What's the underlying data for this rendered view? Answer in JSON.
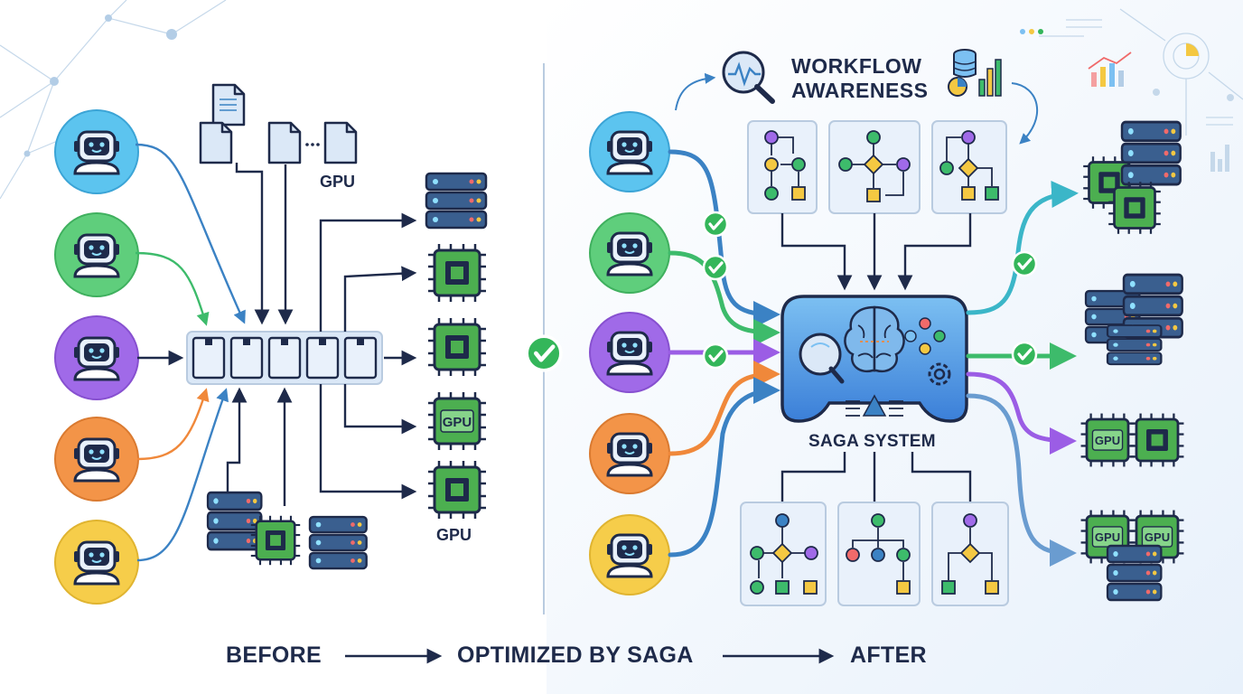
{
  "labels": {
    "workflow_awareness_line1": "WORKFLOW",
    "workflow_awareness_line2": "AWARENESS",
    "gpu_top": "GPU",
    "gpu_bottom": "GPU",
    "saga_system": "SAGA SYSTEM",
    "chip_gpu": "GPU"
  },
  "flow": {
    "before": "BEFORE",
    "optimized": "OPTIMIZED BY SAGA",
    "after": "AFTER"
  },
  "colors": {
    "navy": "#1e2a4a",
    "blue": "#3b82c4",
    "green": "#3dbb6b",
    "purple": "#9b5de5",
    "orange": "#f0883a",
    "yellow": "#f4c842",
    "check_green": "#34b65a",
    "chip_green": "#4caf50"
  },
  "icons": [
    "robot-icon",
    "document-icon",
    "server-icon",
    "cpu-chip-icon",
    "gpu-chip-icon",
    "queue-icon",
    "check-icon",
    "magnifier-chart-icon",
    "database-chart-icon",
    "workflow-graph-icon",
    "brain-icon",
    "gamepad-icon",
    "gear-icon"
  ]
}
